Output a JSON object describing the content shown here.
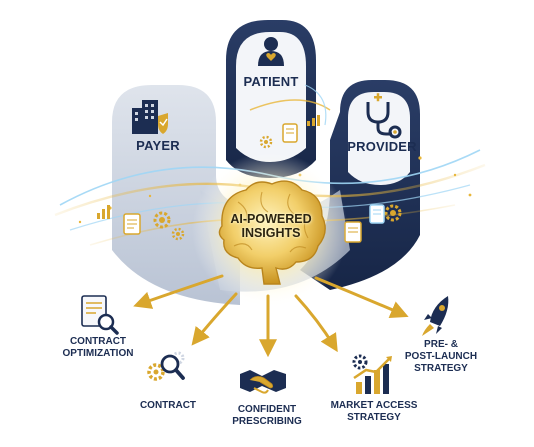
{
  "center": {
    "line1": "AI-POWERED",
    "line2": "INSIGHTS"
  },
  "pillars": [
    {
      "id": "payer",
      "label": "PAYER",
      "icon": "building-shield-icon"
    },
    {
      "id": "patient",
      "label": "PATIENT",
      "icon": "person-heart-icon"
    },
    {
      "id": "provider",
      "label": "PROVIDER",
      "icon": "stethoscope-icon"
    }
  ],
  "outcomes": [
    {
      "id": "contract-optimization",
      "line1": "CONTRACT",
      "line2": "OPTIMIZATION",
      "icon": "document-magnifier-icon"
    },
    {
      "id": "contract",
      "line1": "CONTRACT",
      "line2": "",
      "icon": "gears-magnifier-icon"
    },
    {
      "id": "confident-prescribing",
      "line1": "CONFIDENT",
      "line2": "PRESCRIBING",
      "icon": "handshake-icon"
    },
    {
      "id": "market-access-strategy",
      "line1": "MARKET ACCESS",
      "line2": "STRATEGY",
      "icon": "rising-bar-chart-icon"
    },
    {
      "id": "pre-post-launch-strategy",
      "line1": "PRE- &",
      "line2": "POST-LAUNCH",
      "line3": "STRATEGY",
      "icon": "rocket-icon"
    }
  ],
  "colors": {
    "navy": "#1c2d52",
    "navy_light": "#3a4f7a",
    "slate": "#cfd6e2",
    "slate_dark": "#aeb9cc",
    "gold": "#d9a72e",
    "gold_light": "#f6dc82",
    "cyan_glow": "#9fd6f5"
  }
}
